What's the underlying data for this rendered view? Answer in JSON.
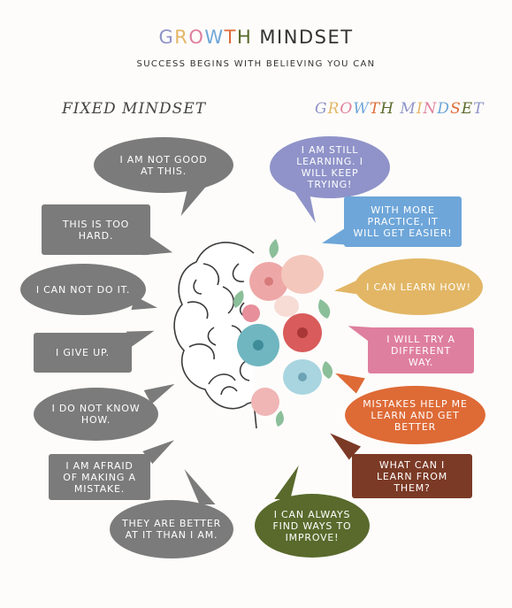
{
  "title": {
    "growth": "GROWTH",
    "mindset": "MINDSET"
  },
  "subtitle": "SUCCESS BEGINS WITH BELIEVING YOU CAN",
  "fixed": {
    "heading": "FIXED MINDSET",
    "statements": [
      "I AM NOT GOOD AT THIS.",
      "THIS IS TOO HARD.",
      "I CAN NOT DO IT.",
      "I GIVE UP.",
      "I DO NOT KNOW HOW.",
      "I AM AFRAID OF MAKING A MISTAKE.",
      "THEY ARE BETTER AT IT THAN I AM."
    ]
  },
  "growth": {
    "heading": "GROWTH MINDSET",
    "statements": [
      "I AM STILL LEARNING. I WILL KEEP TRYING!",
      "WITH MORE PRACTICE, IT WILL GET EASIER!",
      "I CAN LEARN HOW!",
      "I WILL TRY A DIFFERENT WAY.",
      "MISTAKES HELP ME LEARN AND GET BETTER",
      "WHAT CAN I LEARN FROM THEM?",
      "I CAN ALWAYS FIND WAYS TO IMPROVE!"
    ]
  },
  "colors": {
    "fixed_gray": "#7b7b7b",
    "lavender": "#8f93c9",
    "blue": "#6ea6d9",
    "gold": "#e2b665",
    "pink": "#df7fa0",
    "orange": "#de6a36",
    "brown": "#7b3a26",
    "olive": "#596a2c"
  }
}
